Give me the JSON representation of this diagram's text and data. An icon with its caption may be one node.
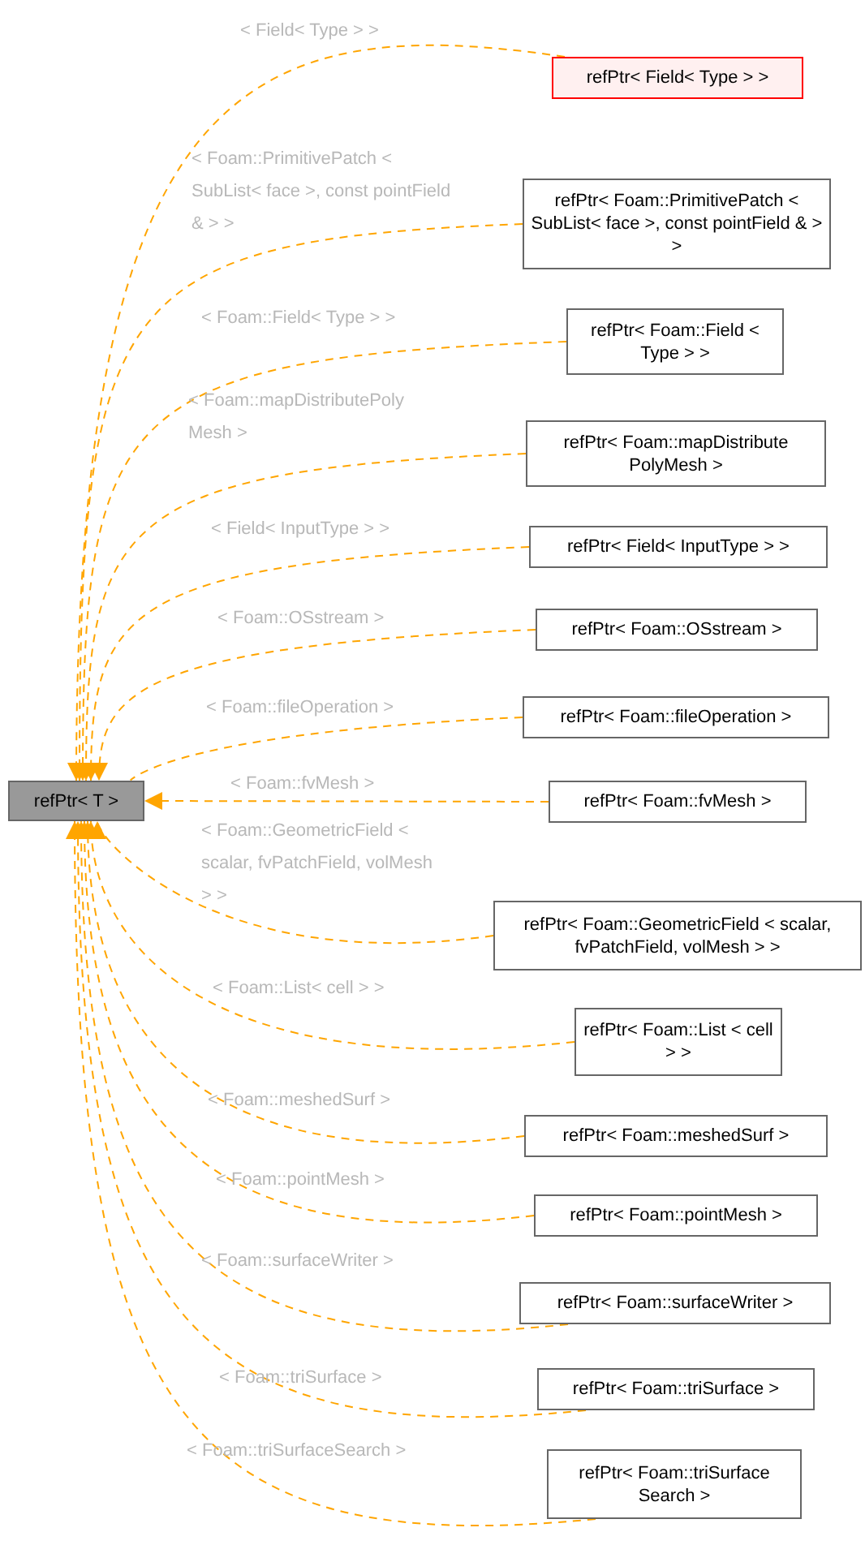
{
  "diagram": {
    "nodes": [
      {
        "text": [
          "refPtr< T >"
        ]
      },
      {
        "text": [
          "refPtr< Field< Type > >"
        ]
      },
      {
        "text": [
          "refPtr< Foam::PrimitivePatch < SubList< face >, const pointField & > >"
        ]
      },
      {
        "text": [
          "refPtr< Foam::Field < Type > >"
        ]
      },
      {
        "text": [
          "refPtr< Foam::mapDistribute PolyMesh >"
        ]
      },
      {
        "text": [
          "refPtr< Field< InputType > >"
        ]
      },
      {
        "text": [
          "refPtr< Foam::OSstream >"
        ]
      },
      {
        "text": [
          "refPtr< Foam::fileOperation >"
        ]
      },
      {
        "text": [
          "refPtr< Foam::fvMesh >"
        ]
      },
      {
        "text": [
          "refPtr< Foam::GeometricField < scalar, fvPatchField, volMesh > >"
        ]
      },
      {
        "text": [
          "refPtr< Foam::List < cell > >"
        ]
      },
      {
        "text": [
          "refPtr< Foam::meshedSurf >"
        ]
      },
      {
        "text": [
          "refPtr< Foam::pointMesh >"
        ]
      },
      {
        "text": [
          "refPtr< Foam::surfaceWriter >"
        ]
      },
      {
        "text": [
          "refPtr< Foam::triSurface >"
        ]
      },
      {
        "text": [
          "refPtr< Foam::triSurface Search >"
        ]
      }
    ],
    "edges": [
      {
        "from": 1,
        "to": 0,
        "arrow": "to",
        "style": "dashed",
        "label": "< Field< Type > >"
      },
      {
        "from": 2,
        "to": 0,
        "arrow": "to",
        "style": "dashed",
        "label": "< Foam::PrimitivePatch < SubList< face >, const pointField & > >"
      },
      {
        "from": 3,
        "to": 0,
        "arrow": "to",
        "style": "dashed",
        "label": "< Foam::Field< Type > >"
      },
      {
        "from": 4,
        "to": 0,
        "arrow": "to",
        "style": "dashed",
        "label": "< Foam::mapDistributePoly Mesh >"
      },
      {
        "from": 5,
        "to": 0,
        "arrow": "to",
        "style": "dashed",
        "label": "< Field< InputType > >"
      },
      {
        "from": 6,
        "to": 0,
        "arrow": "to",
        "style": "dashed",
        "label": "< Foam::OSstream >"
      },
      {
        "from": 7,
        "to": 0,
        "arrow": "to",
        "style": "dashed",
        "label": "< Foam::fileOperation >"
      },
      {
        "from": 8,
        "to": 0,
        "arrow": "to",
        "style": "dashed",
        "label": "< Foam::fvMesh >"
      },
      {
        "from": 9,
        "to": 0,
        "arrow": "to",
        "style": "dashed",
        "label": "< Foam::GeometricField < scalar, fvPatchField, volMesh > >"
      },
      {
        "from": 10,
        "to": 0,
        "arrow": "to",
        "style": "dashed",
        "label": "< Foam::List< cell > >"
      },
      {
        "from": 11,
        "to": 0,
        "arrow": "to",
        "style": "dashed",
        "label": "< Foam::meshedSurf >"
      },
      {
        "from": 12,
        "to": 0,
        "arrow": "to",
        "style": "dashed",
        "label": "< Foam::pointMesh >"
      },
      {
        "from": 13,
        "to": 0,
        "arrow": "to",
        "style": "dashed",
        "label": "< Foam::surfaceWriter >"
      },
      {
        "from": 14,
        "to": 0,
        "arrow": "to",
        "style": "dashed",
        "label": "< Foam::triSurface >"
      },
      {
        "from": 15,
        "to": 0,
        "arrow": "to",
        "style": "dashed",
        "label": "< Foam::triSurfaceSearch >"
      }
    ]
  }
}
